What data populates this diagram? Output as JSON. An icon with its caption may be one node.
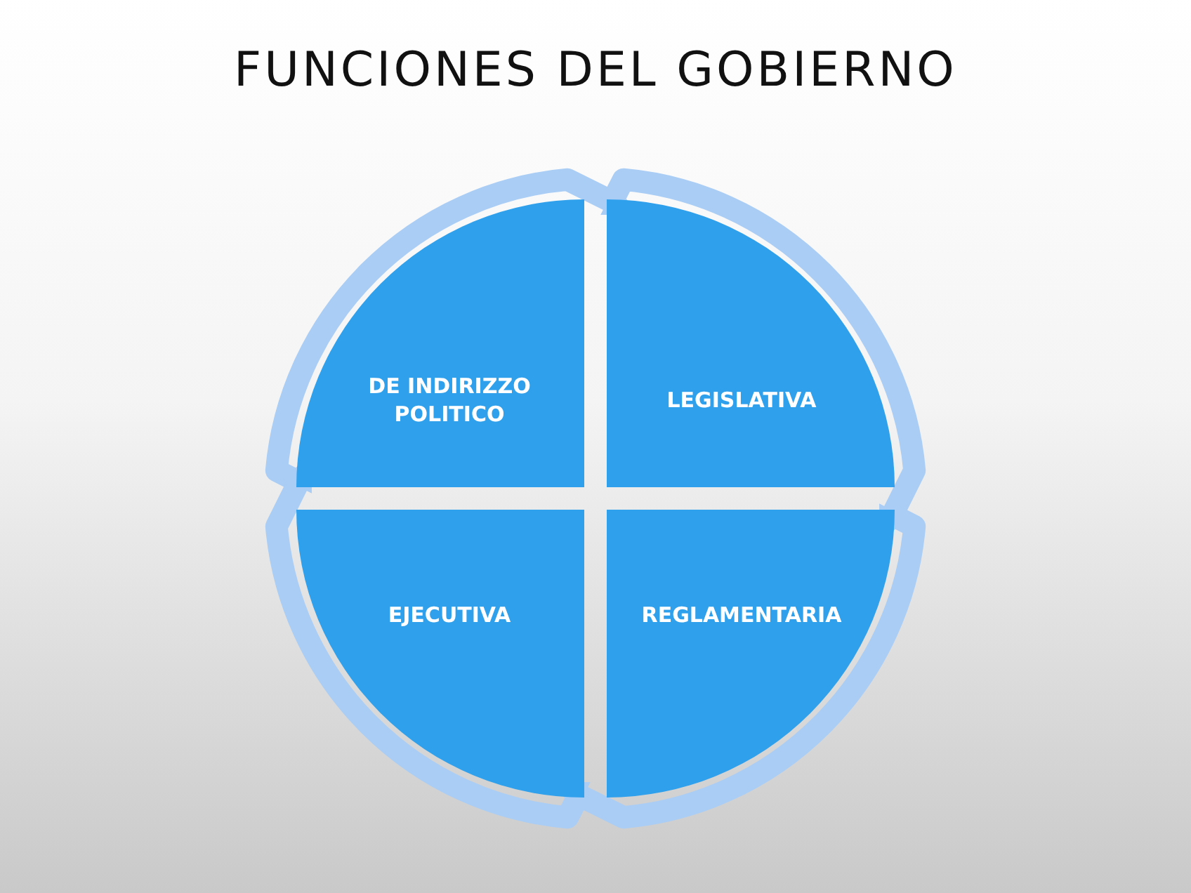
{
  "diagram": {
    "title": "FUNCIONES DEL GOBIERNO",
    "nodes": [
      {
        "text": [
          "DE INDIRIZZO POLITICO"
        ]
      },
      {
        "text": [
          "LEGISLATIVA"
        ]
      },
      {
        "text": [
          "EJECUTIVA"
        ]
      },
      {
        "text": [
          "REGLAMENTARIA"
        ]
      }
    ],
    "edges": [
      {
        "from": 0,
        "to": 1,
        "arrow": "to"
      },
      {
        "from": 1,
        "to": 3,
        "arrow": "to"
      },
      {
        "from": 3,
        "to": 2,
        "arrow": "to"
      },
      {
        "from": 2,
        "to": 0,
        "arrow": "to"
      }
    ]
  }
}
